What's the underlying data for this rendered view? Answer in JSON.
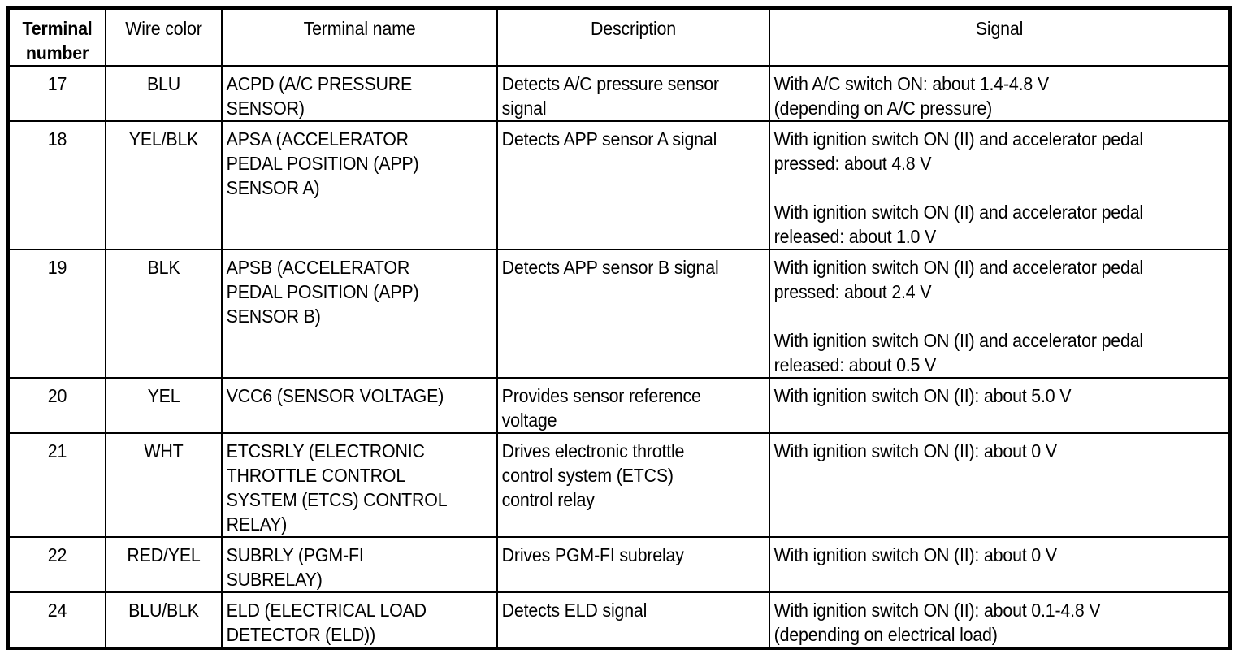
{
  "table": {
    "headers": [
      "Terminal\nnumber",
      "Wire color",
      "Terminal name",
      "Description",
      "Signal"
    ],
    "rows": [
      {
        "terminal_number": "17",
        "wire_color": "BLU",
        "terminal_name": "ACPD (A/C PRESSURE\nSENSOR)",
        "description": "Detects A/C pressure sensor\nsignal",
        "signal": "With A/C switch ON: about 1.4-4.8 V\n(depending on A/C pressure)"
      },
      {
        "terminal_number": "18",
        "wire_color": "YEL/BLK",
        "terminal_name": "APSA (ACCELERATOR\nPEDAL POSITION (APP)\nSENSOR A)",
        "description": "Detects APP sensor A signal",
        "signal": "With ignition switch ON (II) and accelerator pedal\npressed: about 4.8 V\n\nWith ignition switch ON (II) and accelerator pedal\nreleased: about 1.0 V"
      },
      {
        "terminal_number": "19",
        "wire_color": "BLK",
        "terminal_name": "APSB (ACCELERATOR\nPEDAL POSITION (APP)\nSENSOR B)",
        "description": "Detects APP sensor B signal",
        "signal": "With ignition switch ON (II) and accelerator pedal\npressed: about 2.4 V\n\nWith ignition switch ON (II) and accelerator pedal\nreleased: about 0.5 V"
      },
      {
        "terminal_number": "20",
        "wire_color": "YEL",
        "terminal_name": "VCC6 (SENSOR VOLTAGE)",
        "description": "Provides sensor reference\nvoltage",
        "signal": "With ignition switch ON (II): about 5.0 V"
      },
      {
        "terminal_number": "21",
        "wire_color": "WHT",
        "terminal_name": "ETCSRLY (ELECTRONIC\nTHROTTLE CONTROL\nSYSTEM (ETCS) CONTROL\nRELAY)",
        "description": "Drives electronic throttle\ncontrol system (ETCS)\ncontrol relay",
        "signal": "With ignition switch ON (II): about 0 V"
      },
      {
        "terminal_number": "22",
        "wire_color": "RED/YEL",
        "terminal_name": "SUBRLY (PGM-FI\nSUBRELAY)",
        "description": "Drives PGM-FI subrelay",
        "signal": "With ignition switch ON (II): about 0 V"
      },
      {
        "terminal_number": "24",
        "wire_color": "BLU/BLK",
        "terminal_name": "ELD (ELECTRICAL LOAD\nDETECTOR (ELD))",
        "description": "Detects ELD signal",
        "signal": "With ignition switch ON (II): about 0.1-4.8 V\n(depending on electrical load)"
      }
    ]
  },
  "colors": {
    "border": "#000000",
    "text": "#000000",
    "background": "#ffffff"
  }
}
